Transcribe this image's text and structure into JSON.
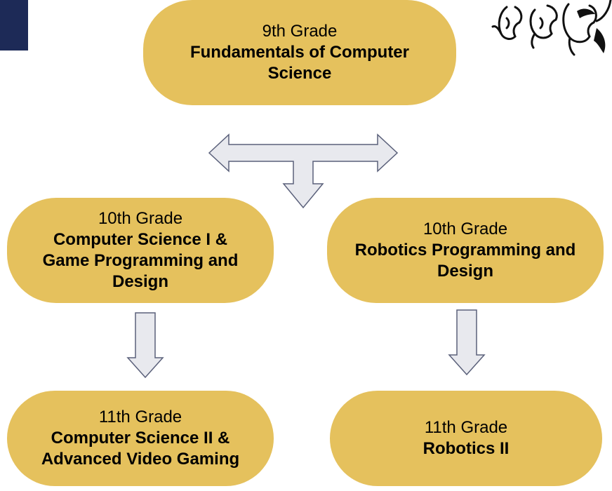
{
  "nodes": {
    "grade9": {
      "grade": "9th Grade",
      "title": "Fundamentals of Computer Science"
    },
    "grade10_cs": {
      "grade": "10th Grade",
      "title": "Computer Science I & Game Programming and Design"
    },
    "grade10_robotics": {
      "grade": "10th Grade",
      "title": "Robotics Programming and Design"
    },
    "grade11_cs": {
      "grade": "11th Grade",
      "title": "Computer Science II & Advanced Video Gaming"
    },
    "grade11_robotics": {
      "grade": "11th Grade",
      "title": "Robotics II"
    }
  },
  "colors": {
    "node_fill": "#e5c15d",
    "arrow_fill": "#e8e9ee",
    "arrow_stroke": "#5a607a",
    "corner_block": "#1d2a57"
  },
  "icons": {
    "mascot": "claw-mascot-icon",
    "split_arrow": "double-arrow-split-icon",
    "down_arrow": "down-arrow-icon"
  }
}
